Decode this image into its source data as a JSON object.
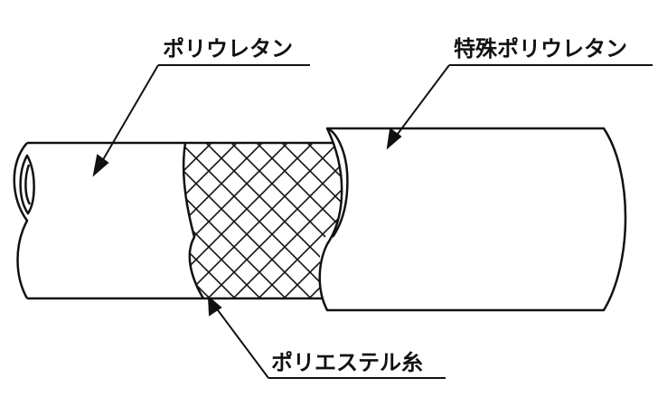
{
  "labels": {
    "inner_layer": "ポリウレタン",
    "outer_layer": "特殊ポリウレタン",
    "reinforcement": "ポリエステル糸"
  },
  "colors": {
    "line": "#111111",
    "background": "#ffffff"
  }
}
